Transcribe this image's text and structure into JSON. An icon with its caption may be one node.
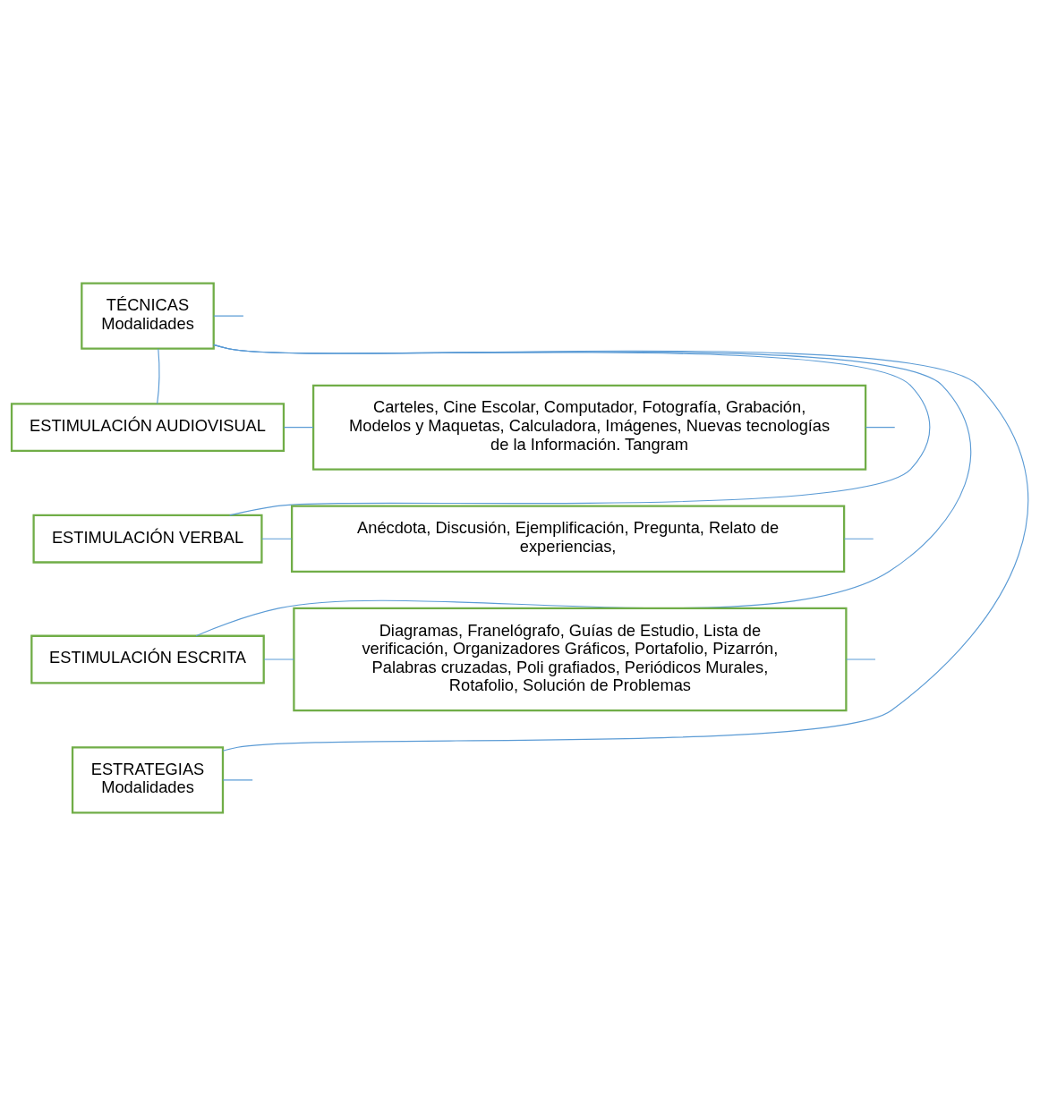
{
  "diagram": {
    "nodes": [
      {
        "text": [
          "TÉCNICAS",
          "Modalidades"
        ]
      },
      {
        "text": [
          "ESTIMULACIÓN AUDIOVISUAL"
        ]
      },
      {
        "text": [
          "Carteles, Cine Escolar, Computador, Fotografía, Grabación, Modelos y Maquetas, Calculadora, Imágenes, Nuevas tecnologías de la Información. Tangram"
        ]
      },
      {
        "text": [
          "ESTIMULACIÓN VERBAL"
        ]
      },
      {
        "text": [
          "Anécdota, Discusión, Ejemplificación, Pregunta, Relato de experiencias,"
        ]
      },
      {
        "text": [
          "ESTIMULACIÓN ESCRITA"
        ]
      },
      {
        "text": [
          "Diagramas, Franelógrafo, Guías de Estudio, Lista de verificación, Organizadores Gráficos, Portafolio, Pizarrón, Palabras cruzadas, Poli grafiados, Periódicos Murales, Rotafolio, Solución de Problemas"
        ]
      },
      {
        "text": [
          "ESTRATEGIAS",
          "Modalidades"
        ]
      }
    ],
    "edges": [
      {
        "from": 0,
        "to": 1,
        "arrow": "none"
      },
      {
        "from": 0,
        "to": 3,
        "arrow": "none"
      },
      {
        "from": 0,
        "to": 5,
        "arrow": "none"
      },
      {
        "from": 0,
        "to": 7,
        "arrow": "none"
      },
      {
        "from": 1,
        "to": 2,
        "arrow": "none"
      },
      {
        "from": 3,
        "to": 4,
        "arrow": "none"
      },
      {
        "from": 5,
        "to": 6,
        "arrow": "none"
      },
      {
        "from": 0,
        "to": null,
        "arrow": "none"
      },
      {
        "from": 2,
        "to": null,
        "arrow": "none"
      },
      {
        "from": 4,
        "to": null,
        "arrow": "none"
      },
      {
        "from": 6,
        "to": null,
        "arrow": "none"
      },
      {
        "from": 7,
        "to": null,
        "arrow": "none"
      }
    ]
  }
}
